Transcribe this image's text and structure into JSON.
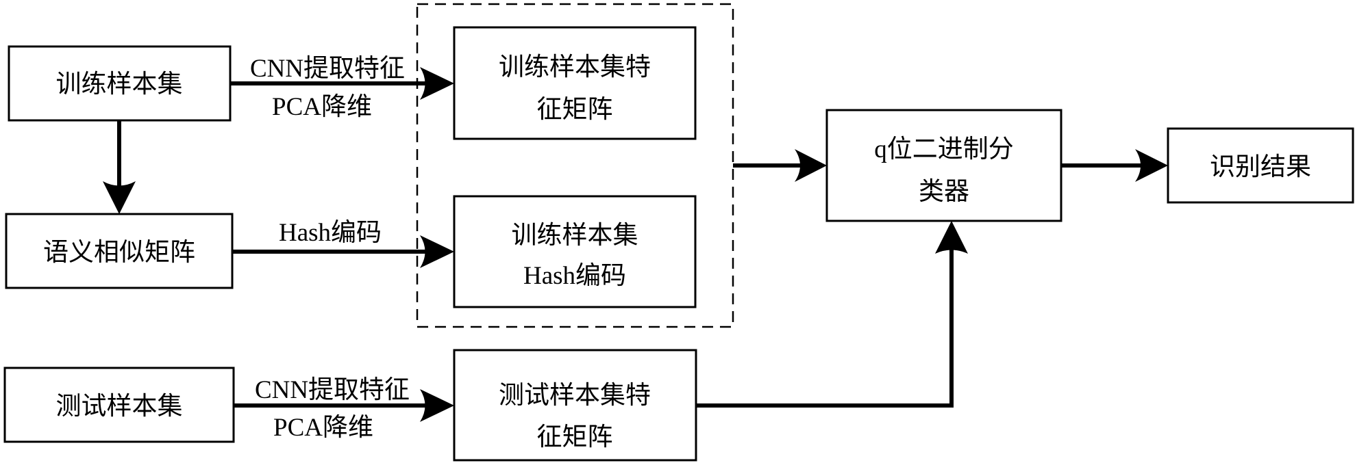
{
  "diagram": {
    "nodes": {
      "train_set": {
        "lines": [
          "训练样本集"
        ]
      },
      "semantic_matrix": {
        "lines": [
          "语义相似矩阵"
        ]
      },
      "train_feature_matrix": {
        "lines": [
          "训练样本集特",
          "征矩阵"
        ]
      },
      "train_hash_code": {
        "lines": [
          "训练样本集",
          "Hash编码"
        ]
      },
      "test_set": {
        "lines": [
          "测试样本集"
        ]
      },
      "test_feature_matrix": {
        "lines": [
          "测试样本集特",
          "征矩阵"
        ]
      },
      "classifier": {
        "lines": [
          "q位二进制分",
          "类器"
        ]
      },
      "result": {
        "lines": [
          "识别结果"
        ]
      }
    },
    "edges": {
      "train_to_feature": {
        "lines": [
          "CNN提取特征",
          "PCA降维"
        ]
      },
      "semantic_to_hash": {
        "lines": [
          "Hash编码"
        ]
      },
      "test_to_feature": {
        "lines": [
          "CNN提取特征",
          "PCA降维"
        ]
      }
    },
    "group": {
      "label": ""
    },
    "colors": {
      "stroke": "#000000",
      "background": "#ffffff"
    }
  }
}
